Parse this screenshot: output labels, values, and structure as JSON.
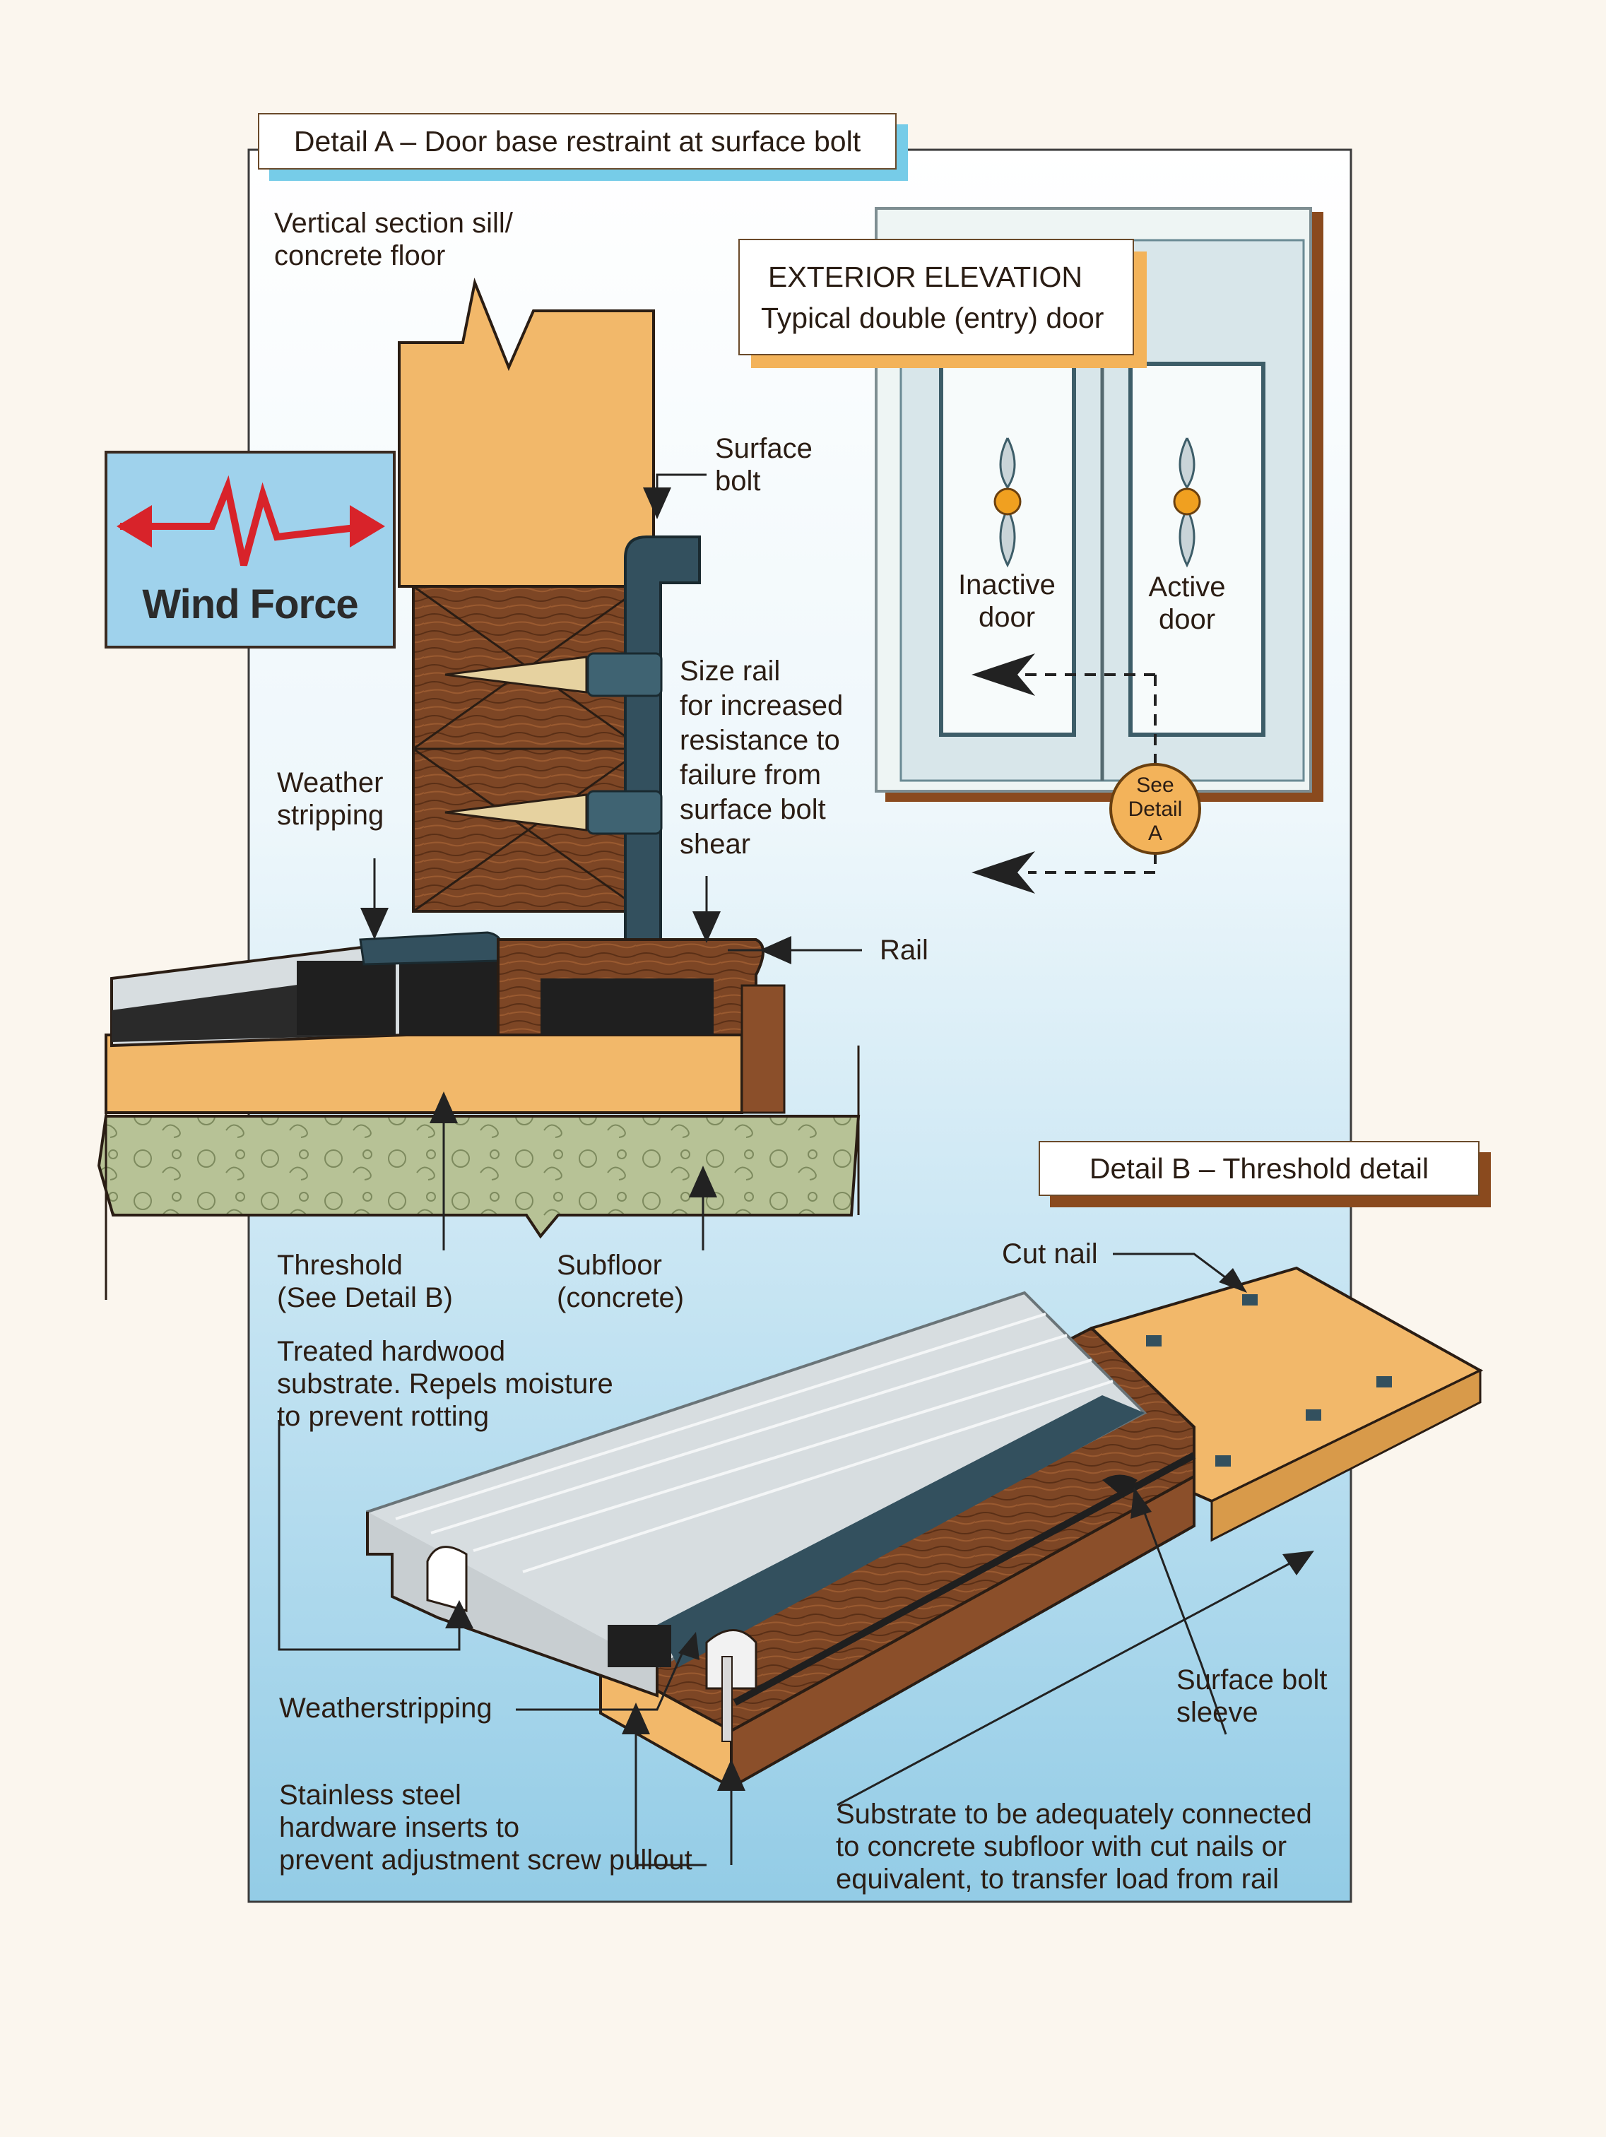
{
  "detail_a": {
    "title": "Detail A – Door base restraint at surface bolt"
  },
  "detail_b": {
    "title": "Detail B – Threshold detail"
  },
  "elevation": {
    "line1": "EXTERIOR ELEVATION",
    "line2": "Typical double (entry) door",
    "inactive": "Inactive\ndoor",
    "active": "Active\ndoor",
    "see": "See\nDetail\nA"
  },
  "wind": {
    "label": "Wind Force"
  },
  "labels_a": {
    "section": "Vertical section sill/\nconcrete floor",
    "surface_bolt": "Surface\nbolt",
    "size_rail": "Size rail\nfor increased\nresistance to\nfailure from\nsurface bolt\nshear",
    "weather": "Weather\nstripping",
    "rail": "Rail",
    "threshold": "Threshold\n(See Detail B)",
    "subfloor": "Subfloor\n(concrete)"
  },
  "labels_b": {
    "cut_nail": "Cut nail",
    "treated": "Treated hardwood\nsubstrate.  Repels moisture\nto prevent rotting",
    "weatherstripping": "Weatherstripping",
    "stainless": "Stainless steel\nhardware inserts to\nprevent adjustment screw pullout",
    "sleeve": "Surface bolt\nsleeve",
    "substrate": "Substrate to be adequately connected\nto concrete subfloor with cut nails or\nequivalent, to transfer load from rail"
  },
  "colors": {
    "wood_light": "#f2b86a",
    "wood_dark": "#7a4424",
    "metal": "#33505e",
    "sky": "#9fd0ea",
    "alum": "#d7dde0",
    "concrete": "#b9c49a",
    "wind_red": "#d8232a"
  }
}
